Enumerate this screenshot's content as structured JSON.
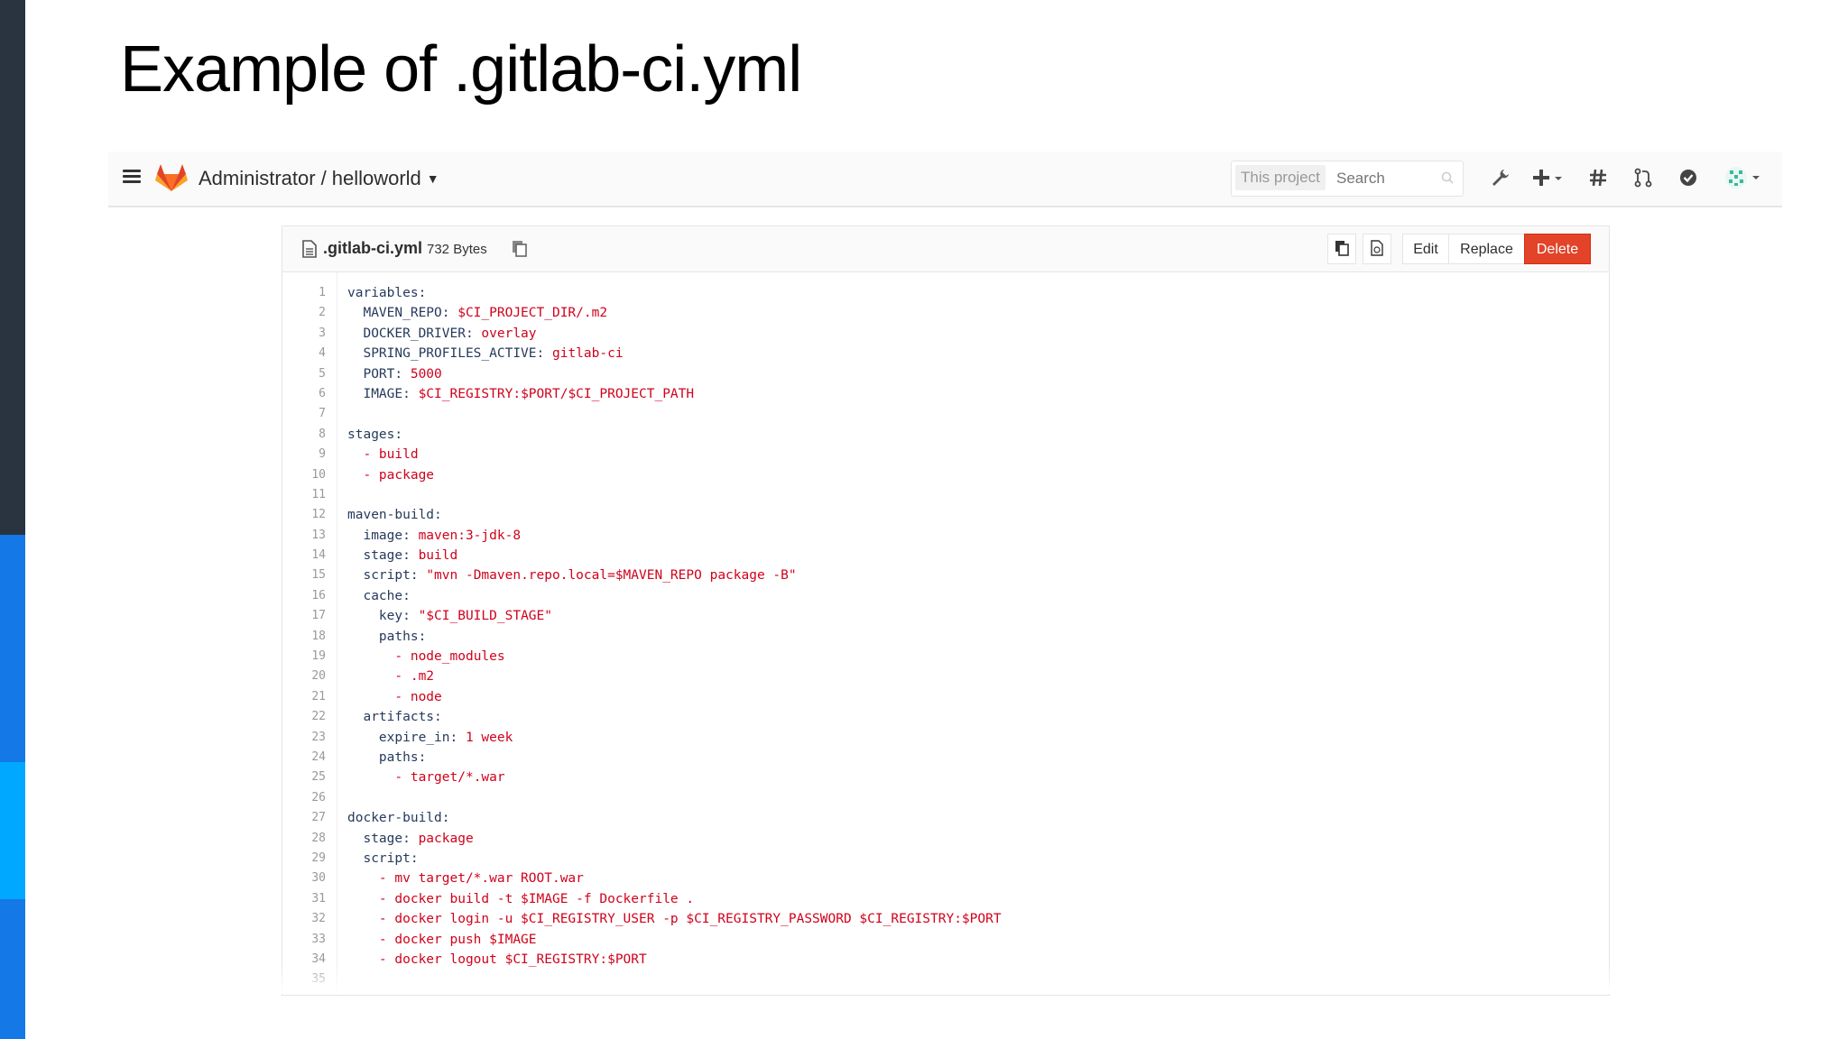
{
  "slide": {
    "title": "Example of .gitlab-ci.yml"
  },
  "navbar": {
    "owner": "Administrator",
    "separator": "/",
    "project": "helloworld",
    "search_scope": "This project",
    "search_placeholder": "Search",
    "icons": [
      "hamburger-icon",
      "gitlab-logo",
      "wrench-icon",
      "plus-icon",
      "hash-icon",
      "merge-request-icon",
      "todo-check-icon",
      "avatar"
    ]
  },
  "file": {
    "name": ".gitlab-ci.yml",
    "size": "732 Bytes",
    "buttons": {
      "edit": "Edit",
      "replace": "Replace",
      "delete": "Delete"
    }
  },
  "colors": {
    "delete": "#e24329",
    "key": "#263a5c",
    "value": "#d0021b"
  },
  "code_lines": [
    [
      "variables:",
      ""
    ],
    [
      "  MAVEN_REPO: ",
      "$CI_PROJECT_DIR/.m2"
    ],
    [
      "  DOCKER_DRIVER: ",
      "overlay"
    ],
    [
      "  SPRING_PROFILES_ACTIVE: ",
      "gitlab-ci"
    ],
    [
      "  PORT: ",
      "5000"
    ],
    [
      "  IMAGE: ",
      "$CI_REGISTRY:$PORT/$CI_PROJECT_PATH"
    ],
    [
      "",
      ""
    ],
    [
      "stages:",
      ""
    ],
    [
      "  ",
      "- build"
    ],
    [
      "  ",
      "- package"
    ],
    [
      "",
      ""
    ],
    [
      "maven-build:",
      ""
    ],
    [
      "  image: ",
      "maven:3-jdk-8"
    ],
    [
      "  stage: ",
      "build"
    ],
    [
      "  script: ",
      "\"mvn -Dmaven.repo.local=$MAVEN_REPO package -B\""
    ],
    [
      "  cache:",
      ""
    ],
    [
      "    key: ",
      "\"$CI_BUILD_STAGE\""
    ],
    [
      "    paths:",
      ""
    ],
    [
      "      ",
      "- node_modules"
    ],
    [
      "      ",
      "- .m2"
    ],
    [
      "      ",
      "- node"
    ],
    [
      "  artifacts:",
      ""
    ],
    [
      "    expire_in: ",
      "1 week"
    ],
    [
      "    paths:",
      ""
    ],
    [
      "      ",
      "- target/*.war"
    ],
    [
      "",
      ""
    ],
    [
      "docker-build:",
      ""
    ],
    [
      "  stage: ",
      "package"
    ],
    [
      "  script:",
      ""
    ],
    [
      "    ",
      "- mv target/*.war ROOT.war"
    ],
    [
      "    ",
      "- docker build -t $IMAGE -f Dockerfile ."
    ],
    [
      "    ",
      "- docker login -u $CI_REGISTRY_USER -p $CI_REGISTRY_PASSWORD $CI_REGISTRY:$PORT"
    ],
    [
      "    ",
      "- docker push $IMAGE"
    ],
    [
      "    ",
      "- docker logout $CI_REGISTRY:$PORT"
    ],
    [
      "",
      ""
    ]
  ]
}
